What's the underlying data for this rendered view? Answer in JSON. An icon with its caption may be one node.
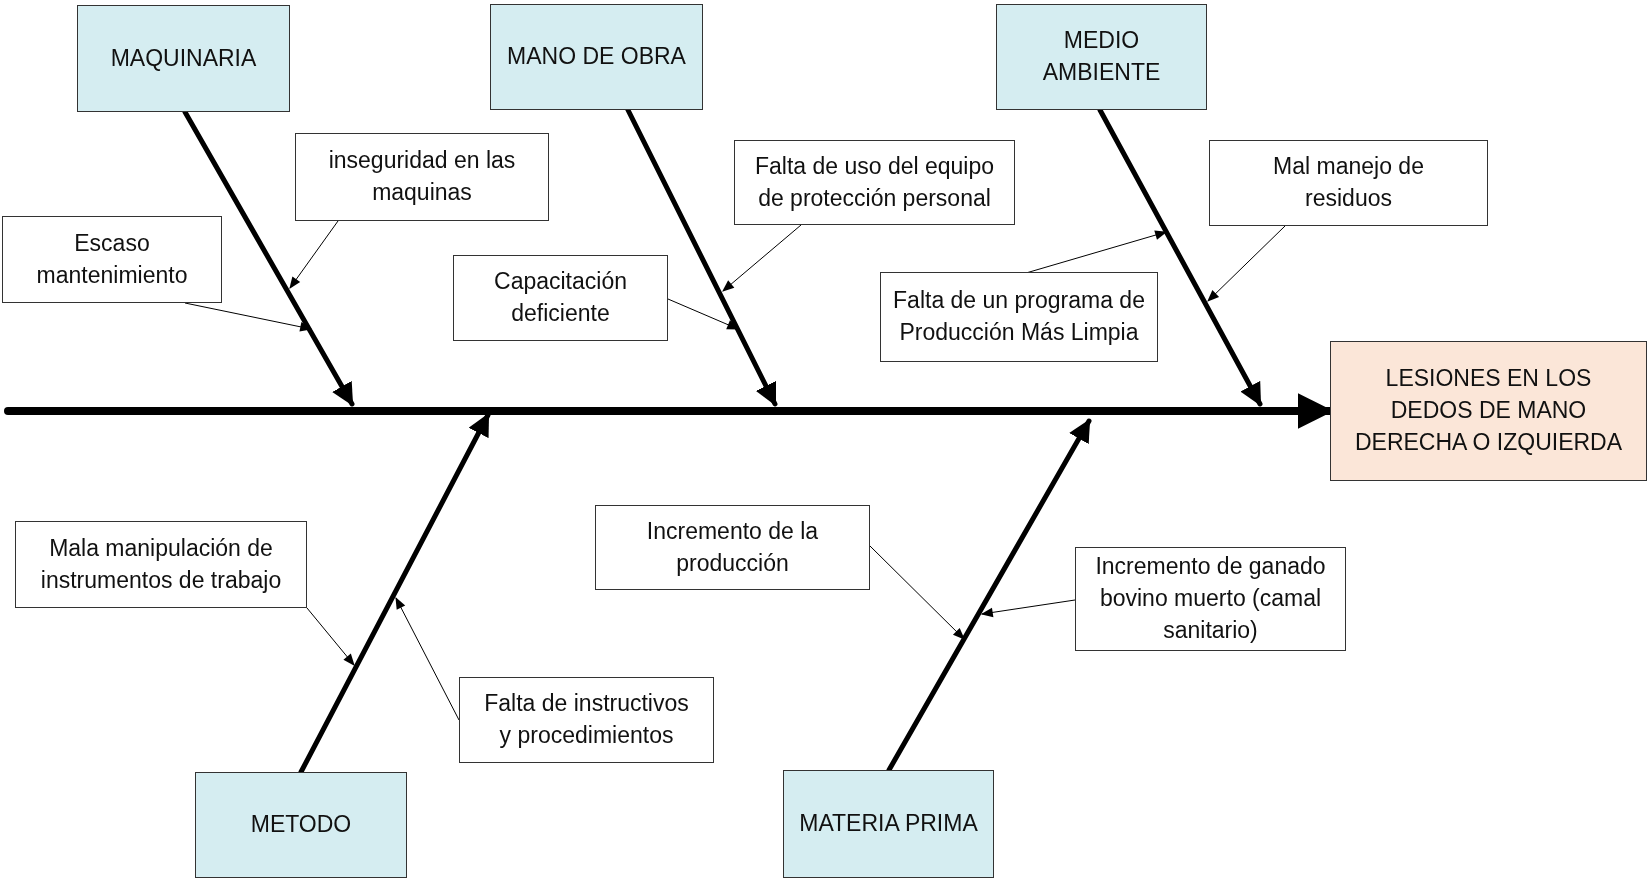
{
  "diagram": {
    "nodes": [
      {
        "text": [
          "MAQUINARIA"
        ]
      },
      {
        "text": [
          "MANO DE OBRA"
        ]
      },
      {
        "text": [
          "MEDIO AMBIENTE"
        ]
      },
      {
        "text": [
          "LESIONES EN LOS DEDOS DE MANO DERECHA O IZQUIERDA"
        ]
      },
      {
        "text": [
          "METODO"
        ]
      },
      {
        "text": [
          "MATERIA PRIMA"
        ]
      },
      {
        "text": [
          "inseguridad en las maquinas"
        ]
      },
      {
        "text": [
          "Escaso mantenimiento"
        ]
      },
      {
        "text": [
          "Falta de uso del equipo de protección personal"
        ]
      },
      {
        "text": [
          "Capacitación deficiente"
        ]
      },
      {
        "text": [
          "Mal manejo de residuos"
        ]
      },
      {
        "text": [
          "Falta de un programa de Producción Más Limpia"
        ]
      },
      {
        "text": [
          "Mala manipulación de instrumentos de trabajo"
        ]
      },
      {
        "text": [
          "Falta de instructivos y procedimientos"
        ]
      },
      {
        "text": [
          "Incremento de la producción"
        ]
      },
      {
        "text": [
          "Incremento de ganado bovino muerto (camal sanitario)"
        ]
      }
    ],
    "edges": [
      {
        "from": null,
        "to": 3,
        "arrow": "to",
        "style": "thick"
      },
      {
        "from": 0,
        "to": null,
        "arrow": "to",
        "style": "thick"
      },
      {
        "from": 1,
        "to": null,
        "arrow": "to",
        "style": "thick"
      },
      {
        "from": 2,
        "to": null,
        "arrow": "to",
        "style": "thick"
      },
      {
        "from": 4,
        "to": null,
        "arrow": "to",
        "style": "thick"
      },
      {
        "from": 5,
        "to": null,
        "arrow": "to",
        "style": "thick"
      },
      {
        "from": 6,
        "to": null,
        "arrow": "to"
      },
      {
        "from": 7,
        "to": null,
        "arrow": "to"
      },
      {
        "from": 8,
        "to": null,
        "arrow": "to"
      },
      {
        "from": 9,
        "to": null,
        "arrow": "to"
      },
      {
        "from": 10,
        "to": null,
        "arrow": "to"
      },
      {
        "from": 11,
        "to": null,
        "arrow": "to"
      },
      {
        "from": 12,
        "to": null,
        "arrow": "to"
      },
      {
        "from": 13,
        "to": null,
        "arrow": "to"
      },
      {
        "from": 14,
        "to": null,
        "arrow": "to"
      },
      {
        "from": 15,
        "to": null,
        "arrow": "to"
      }
    ]
  }
}
